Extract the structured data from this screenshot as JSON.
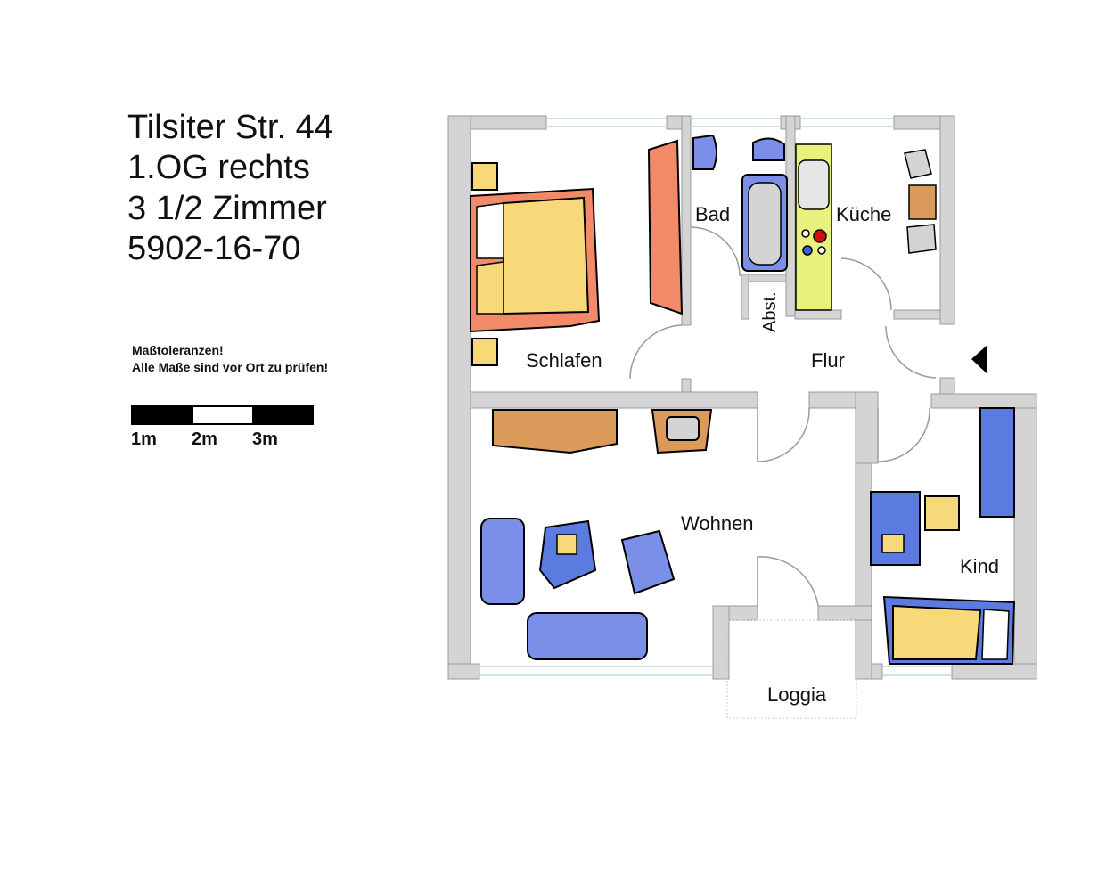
{
  "header": {
    "address": "Tilsiter Str. 44",
    "floor": "1.OG rechts",
    "rooms": "3 1/2 Zimmer",
    "reference": "5902-16-70"
  },
  "notice": {
    "line1": "Maßtoleranzen!",
    "line2": "Alle Maße sind vor Ort zu prüfen!"
  },
  "scale_bar": {
    "labels": [
      "1m",
      "2m",
      "3m"
    ]
  },
  "rooms": {
    "bad": "Bad",
    "kueche": "Küche",
    "abst": "Abst.",
    "schlafen": "Schlafen",
    "flur": "Flur",
    "wohnen": "Wohnen",
    "kind": "Kind",
    "loggia": "Loggia"
  },
  "colors": {
    "wall": "#d4d4d4",
    "bed": "#f8d97a",
    "bed_frame": "#f28a6a",
    "wardrobe": "#f28a6a",
    "sofa": "#7b8fe8",
    "desk": "#d99a5a",
    "kitchen_counter": "#e8f27a",
    "bath": "#7b8fe8",
    "kid_furniture": "#5b7be0"
  }
}
